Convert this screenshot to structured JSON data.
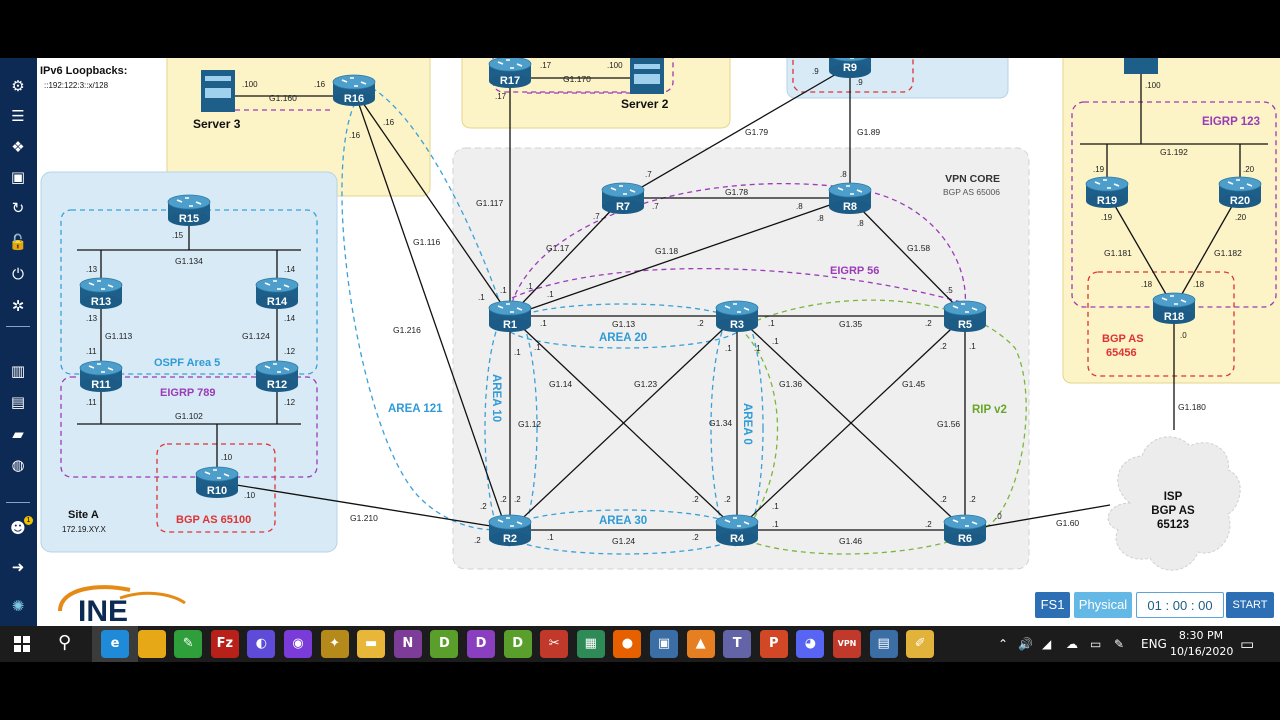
{
  "toolbar": {
    "icons": [
      "gears-icon",
      "list-icon",
      "topology-icon",
      "image-icon",
      "refresh-icon",
      "unlock-icon",
      "power-icon",
      "tools-icon",
      "chart-icon",
      "map-icon",
      "notebook-icon",
      "toggle-icon",
      "users-icon",
      "logout-icon"
    ],
    "badge": "1"
  },
  "loopbacks": {
    "title": "IPv6 Loopbacks:",
    "value": "::192:122:3::x/128"
  },
  "zones": {
    "vpn_core": "VPN CORE",
    "vpn_core_as": "BGP AS 65006",
    "site_a": "Site A",
    "site_a_net": "172.19.XY.X",
    "ospf": "OSPF Area 5",
    "eigrp789": "EIGRP 789",
    "bgp65100": "BGP AS 65100",
    "eigrp56": "EIGRP 56",
    "area20": "AREA 20",
    "area30": "AREA 30",
    "area10": "AREA 10",
    "area0": "AREA 0",
    "area121": "AREA 121",
    "ripv2": "RIP v2",
    "eigrp123": "EIGRP 123",
    "bgp65456a": "BGP AS",
    "bgp65456b": "65456",
    "isp1": "ISP",
    "isp2": "BGP AS",
    "isp3": "65123"
  },
  "servers": {
    "s3": "Server 3",
    "s2": "Server 2"
  },
  "routers": {
    "r1": "R1",
    "r2": "R2",
    "r3": "R3",
    "r4": "R4",
    "r5": "R5",
    "r6": "R6",
    "r7": "R7",
    "r8": "R8",
    "r9": "R9",
    "r10": "R10",
    "r11": "R11",
    "r12": "R12",
    "r13": "R13",
    "r14": "R14",
    "r15": "R15",
    "r16": "R16",
    "r17": "R17",
    "r18": "R18",
    "r19": "R19",
    "r20": "R20"
  },
  "links": {
    "g1117": "G1.117",
    "g1116": "G1.116",
    "g1216": "G1.216",
    "g1210": "G1.210",
    "g117": "G1.17",
    "g118": "G1.18",
    "g178": "G1.78",
    "g179": "G1.79",
    "g189": "G1.89",
    "g158": "G1.58",
    "g113": "G1.13",
    "g135": "G1.35",
    "g114": "G1.14",
    "g123": "G1.23",
    "g112": "G1.12",
    "g134": "G1.34",
    "g136": "G1.36",
    "g145": "G1.45",
    "g156": "G1.56",
    "g124": "G1.24",
    "g146": "G1.46",
    "g160": "G1.60",
    "g1160": "G1.160",
    "g1170": "G1.170",
    "g1134": "G1.134",
    "g1113": "G1.113",
    "g1124": "G1.124",
    "g1102": "G1.102",
    "g1192": "G1.192",
    "g1181": "G1.181",
    "g1182": "G1.182",
    "g1180": "G1.180"
  },
  "ip": {
    "r1a": ".1",
    "r1b": ".1",
    "r1c": ".1",
    "r1d": ".1",
    "r1e": ".1",
    "r1f": ".1",
    "r1g": ".1",
    "r2a": ".2",
    "r2b": ".2",
    "r2c": ".2",
    "r2d": ".1",
    "r2e": ".2",
    "r3a": ".2",
    "r3b": ".1",
    "r3c": ".1",
    "r3d": ".1",
    "r3e": ".1",
    "r4a": ".2",
    "r4b": ".2",
    "r4c": ".2",
    "r4d": ".1",
    "r4e": ".1",
    "r5a": ".2",
    "r5b": ".5",
    "r5c": ".2",
    "r5d": ".1",
    "r6a": ".2",
    "r6b": ".2",
    "r6c": ".2",
    "r6d": ".0",
    "r7a": ".7",
    "r7b": ".7",
    "r7c": ".7",
    "r8a": ".8",
    "r8b": ".8",
    "r8c": ".8",
    "r8d": ".8",
    "r9a": ".9",
    "r9b": ".9",
    "r16a": ".16",
    "r16b": ".16",
    "r16c": ".16",
    "srv3": ".100",
    "r17a": ".17",
    "r17b": ".17",
    "srv2": ".100",
    "r15": ".15",
    "r13a": ".13",
    "r13b": ".13",
    "r14a": ".14",
    "r14b": ".14",
    "r11a": ".11",
    "r11b": ".11",
    "r12a": ".12",
    "r12b": ".12",
    "r10a": ".10",
    "r10b": ".10",
    "r19a": ".19",
    "r19b": ".19",
    "r20a": ".20",
    "r20b": ".20",
    "r18a": ".18",
    "r18b": ".18",
    "r18c": ".0",
    "sw": ".100"
  },
  "controls": {
    "fs": "FS1",
    "physical": "Physical",
    "hh": "01",
    "mm": "00",
    "ss": "00",
    "sep": ":",
    "start": "START"
  },
  "logo": "INE",
  "taskbar": {
    "apps": [
      {
        "name": "edge-icon",
        "label": "e",
        "color": "#1f8bd8"
      },
      {
        "name": "chrome-icon",
        "label": "",
        "color": "#e6a817"
      },
      {
        "name": "notepad-icon",
        "label": "✎",
        "color": "#2e9f3a"
      },
      {
        "name": "filezilla-icon",
        "label": "Fz",
        "color": "#b8201a"
      },
      {
        "name": "browser-icon",
        "label": "◐",
        "color": "#5e4bd8"
      },
      {
        "name": "media-icon",
        "label": "◉",
        "color": "#7a3bd8"
      },
      {
        "name": "game-icon",
        "label": "✦",
        "color": "#b58a1a"
      },
      {
        "name": "folder-icon",
        "label": "▬",
        "color": "#e8b73a"
      },
      {
        "name": "onenote-icon",
        "label": "N",
        "color": "#7d3c98"
      },
      {
        "name": "d-app-1-icon",
        "label": "D",
        "color": "#5a9e2c"
      },
      {
        "name": "d-app-2-icon",
        "label": "D",
        "color": "#8a3fc0"
      },
      {
        "name": "d-app-3-icon",
        "label": "D",
        "color": "#5a9e2c"
      },
      {
        "name": "snip-icon",
        "label": "✂",
        "color": "#c0392b"
      },
      {
        "name": "sheet-icon",
        "label": "▦",
        "color": "#2e8b57"
      },
      {
        "name": "firefox-icon",
        "label": "●",
        "color": "#e66000"
      },
      {
        "name": "windows-icon",
        "label": "▣",
        "color": "#3a6ea5"
      },
      {
        "name": "vlc-icon",
        "label": "▲",
        "color": "#e67e22"
      },
      {
        "name": "teams-icon",
        "label": "T",
        "color": "#6264a7"
      },
      {
        "name": "powerpoint-icon",
        "label": "P",
        "color": "#d24726"
      },
      {
        "name": "discord-icon",
        "label": "◕",
        "color": "#5865f2"
      },
      {
        "name": "vpn-icon",
        "label": "VPN",
        "color": "#c0392b"
      },
      {
        "name": "calculator-icon",
        "label": "▤",
        "color": "#3b6ea5"
      },
      {
        "name": "pen-icon",
        "label": "✐",
        "color": "#e2b33a"
      }
    ],
    "lang": "ENG",
    "time": "8:30 PM",
    "date": "10/16/2020"
  }
}
